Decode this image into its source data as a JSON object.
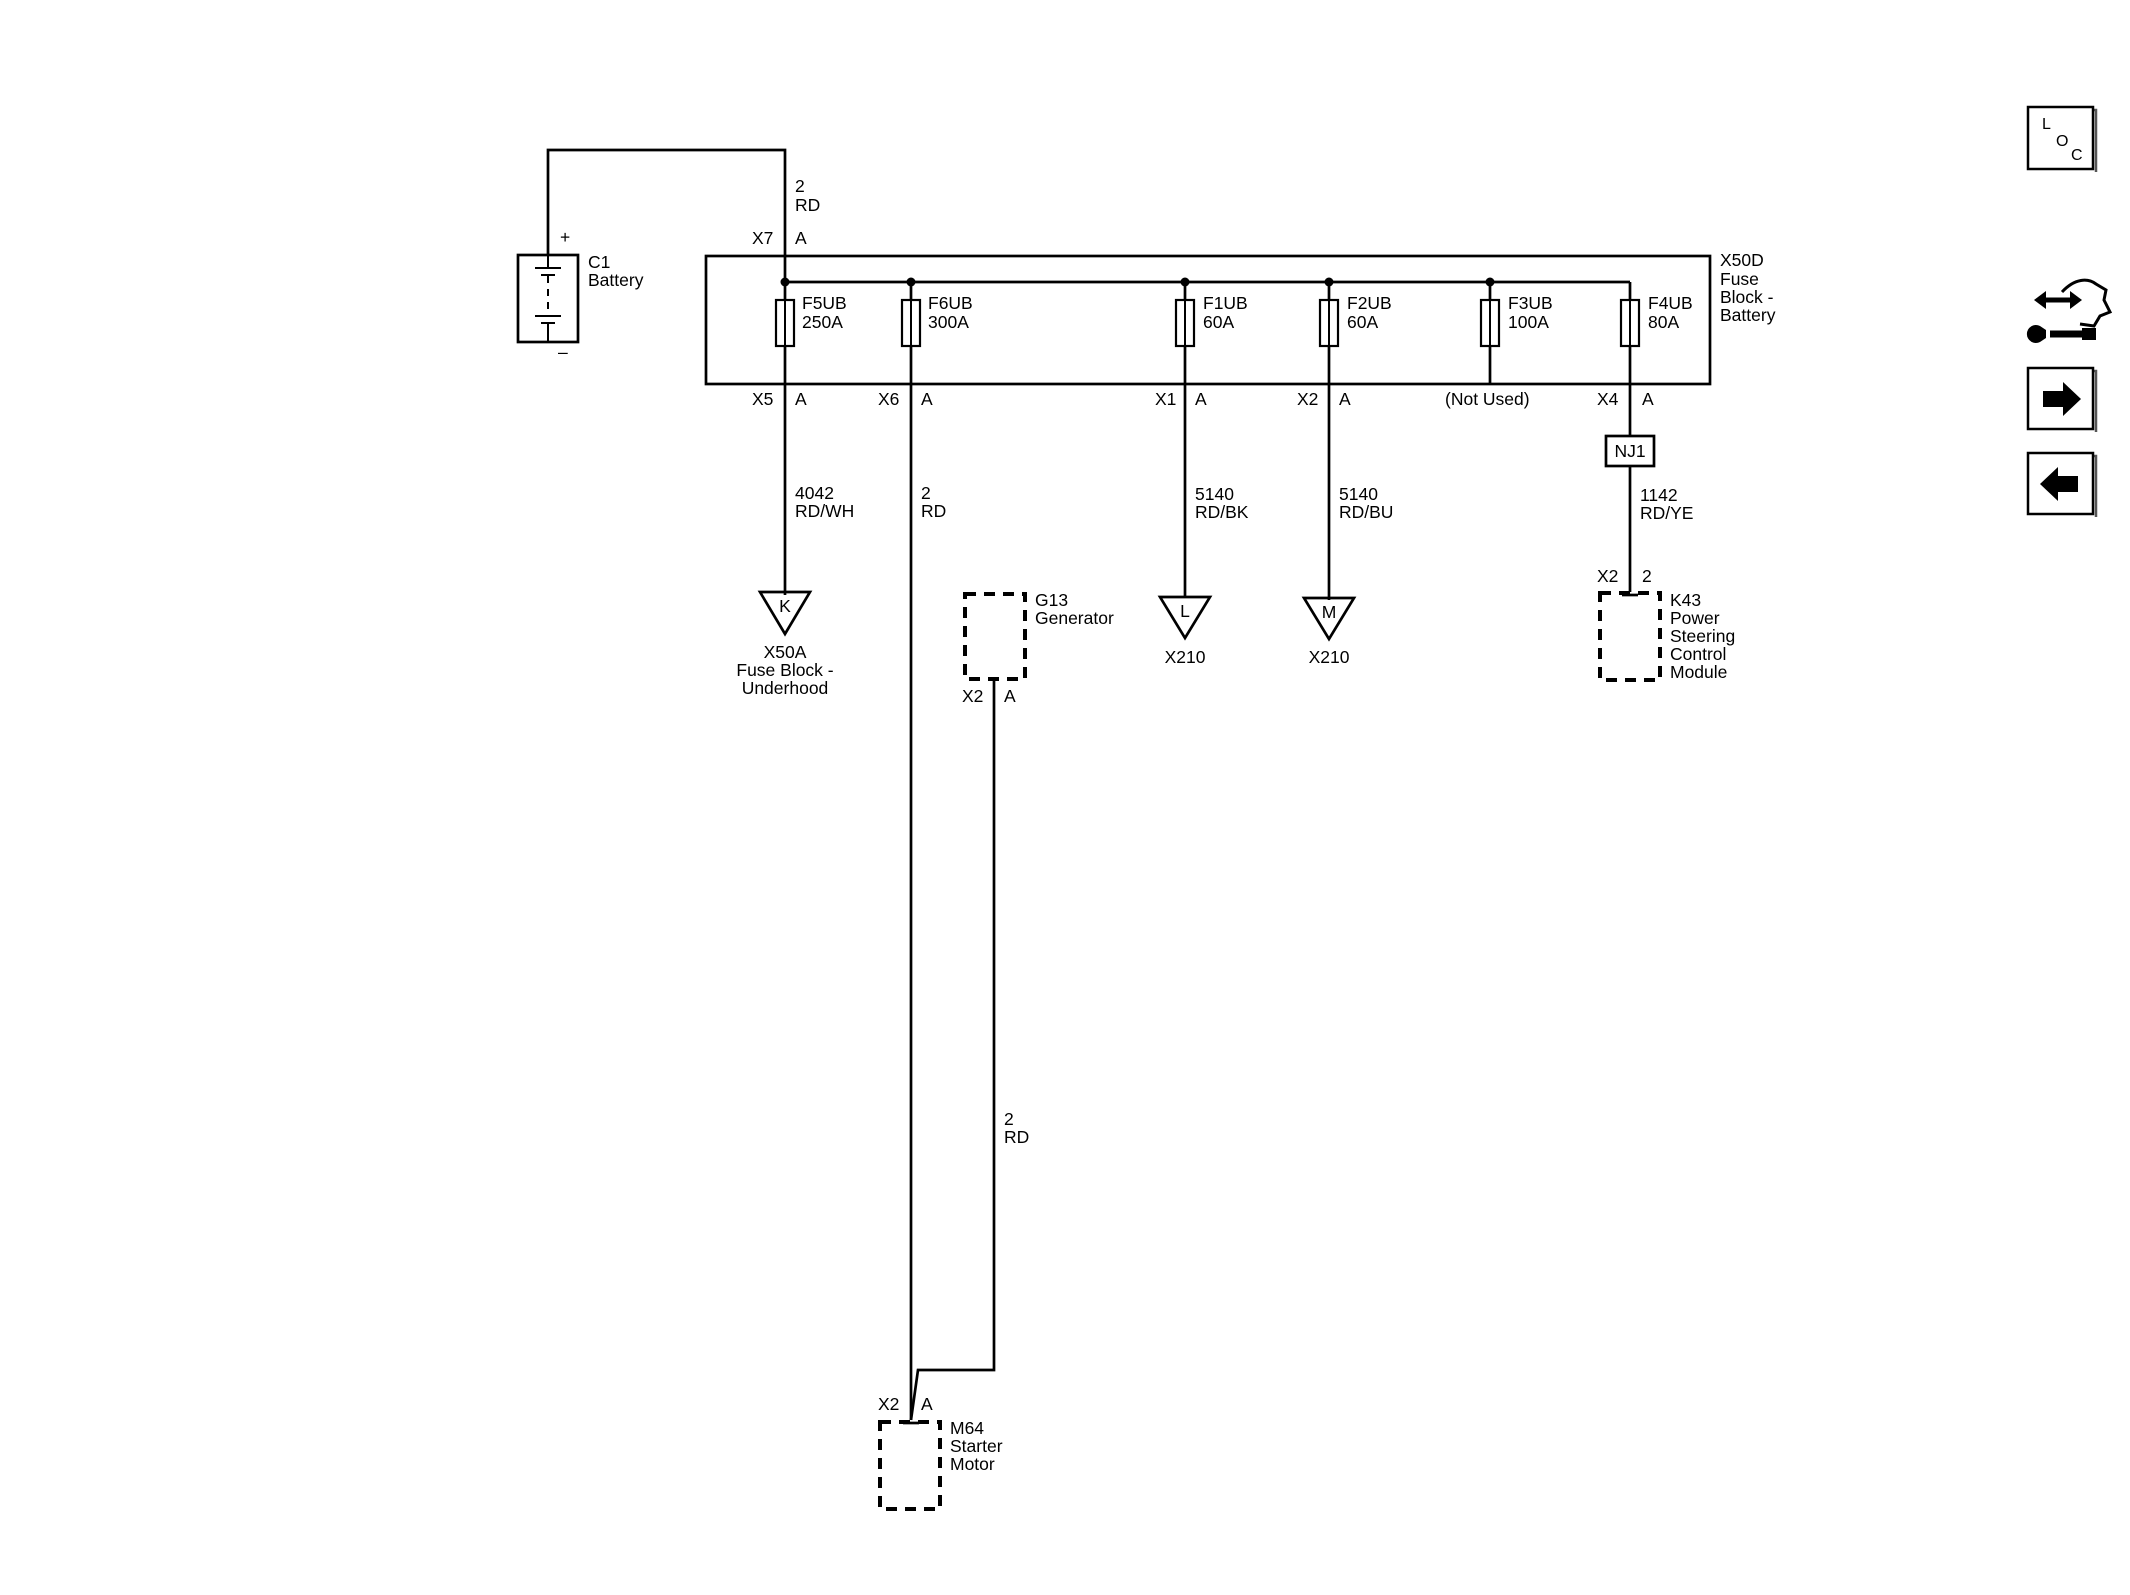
{
  "battery": {
    "name": "C1",
    "desc": "Battery",
    "plus": "+",
    "minus": "–"
  },
  "fuse_block_battery": {
    "name": "X50D",
    "desc": [
      "Fuse",
      "Block -",
      "Battery"
    ]
  },
  "input_conn": {
    "conn": "X7",
    "pin": "A",
    "wire_num": "2",
    "wire_color": "RD"
  },
  "fuses": [
    {
      "id": "F5UB",
      "rating": "250A",
      "conn": "X5",
      "pin": "A",
      "wire_num": "4042",
      "wire_color": "RD/WH"
    },
    {
      "id": "F6UB",
      "rating": "300A",
      "conn": "X6",
      "pin": "A",
      "wire_num": "2",
      "wire_color": "RD"
    },
    {
      "id": "F1UB",
      "rating": "60A",
      "conn": "X1",
      "pin": "A",
      "wire_num": "5140",
      "wire_color": "RD/BK"
    },
    {
      "id": "F2UB",
      "rating": "60A",
      "conn": "X2",
      "pin": "A",
      "wire_num": "5140",
      "wire_color": "RD/BU"
    },
    {
      "id": "F3UB",
      "rating": "100A",
      "conn": "(Not Used)",
      "pin": "",
      "wire_num": "",
      "wire_color": ""
    },
    {
      "id": "F4UB",
      "rating": "80A",
      "conn": "X4",
      "pin": "A",
      "wire_num": "1142",
      "wire_color": "RD/YE"
    }
  ],
  "refs": [
    {
      "letter": "K",
      "target": [
        "X50A",
        "Fuse Block -",
        "Underhood"
      ]
    },
    {
      "letter": "L",
      "target": [
        "X210"
      ]
    },
    {
      "letter": "M",
      "target": [
        "X210"
      ]
    }
  ],
  "splice": {
    "name": "NJ1"
  },
  "generator": {
    "name": "G13",
    "desc": "Generator",
    "conn": "X2",
    "pin": "A",
    "wire_num": "2",
    "wire_color": "RD"
  },
  "pscm": {
    "name": "K43",
    "desc": [
      "Power",
      "Steering",
      "Control",
      "Module"
    ],
    "conn": "X2",
    "pin": "2"
  },
  "starter": {
    "name": "M64",
    "desc": [
      "Starter",
      "Motor"
    ],
    "conn": "X2",
    "pin": "A"
  },
  "toolbar": {
    "loc_letters": [
      "L",
      "O",
      "C"
    ],
    "buttons": [
      {
        "name": "component-locator-button",
        "icon": "loc-icon"
      },
      {
        "name": "connector-repair-button",
        "icon": "connector-repair-icon"
      },
      {
        "name": "next-page-button",
        "icon": "arrow-right-icon"
      },
      {
        "name": "previous-page-button",
        "icon": "arrow-left-icon"
      }
    ]
  }
}
